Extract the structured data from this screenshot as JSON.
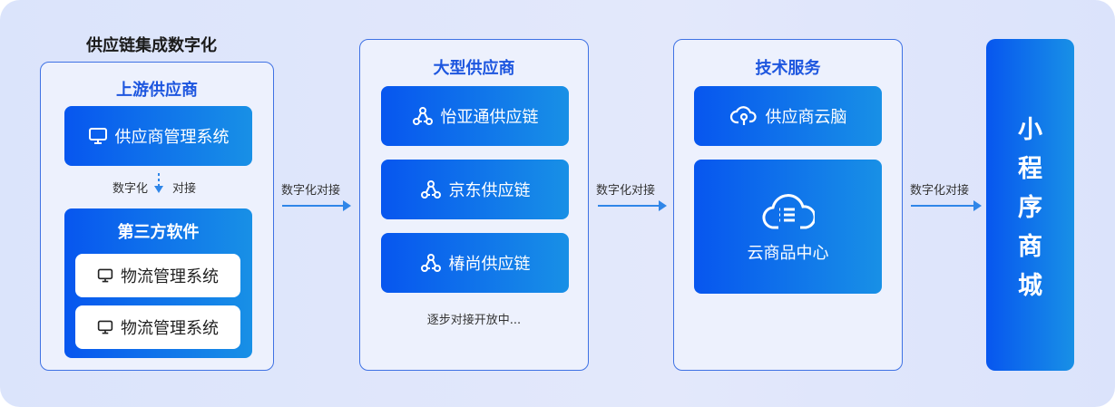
{
  "heading": "供应链集成数字化",
  "upstream": {
    "title": "上游供应商",
    "system": "供应商管理系统",
    "connector_left": "数字化",
    "connector_right": "对接",
    "third_party": {
      "title": "第三方软件",
      "items": [
        "物流管理系统",
        "物流管理系统"
      ]
    }
  },
  "connector_label": "数字化对接",
  "large_suppliers": {
    "title": "大型供应商",
    "items": [
      "怡亚通供应链",
      "京东供应链",
      "椿尚供应链"
    ],
    "note": "逐步对接开放中..."
  },
  "tech": {
    "title": "技术服务",
    "brain": "供应商云脑",
    "center": "云商品中心"
  },
  "mall": [
    "小",
    "程",
    "序",
    "商",
    "城"
  ],
  "colors": {
    "accent": "#1d56df",
    "card_start": "#0756ef",
    "card_end": "#1890e6"
  }
}
